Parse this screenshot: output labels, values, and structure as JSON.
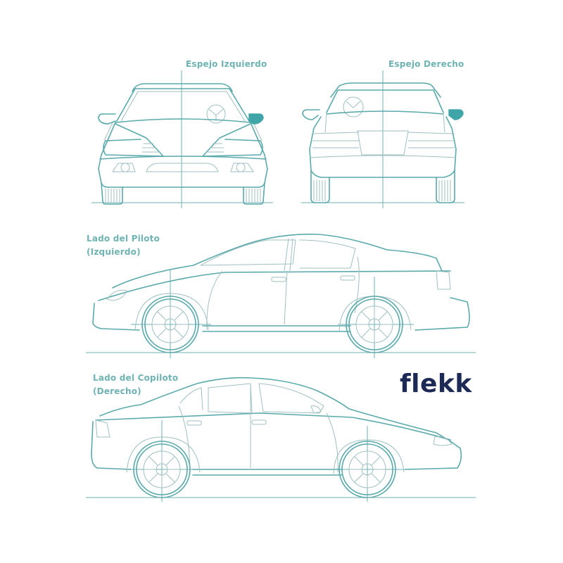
{
  "labels": {
    "mirror_left": "Espejo Izquierdo",
    "mirror_right": "Espejo Derecho",
    "pilot_side_line1": "Lado del Piloto",
    "pilot_side_line2": "(Izquierdo)",
    "copilot_side_line1": "Lado del Copiloto",
    "copilot_side_line2": "(Derecho)"
  },
  "brand": {
    "logo_text": "flekk",
    "logo_color": "#1d2a55"
  },
  "colors": {
    "line": "#5aa9ab",
    "highlight_mirror": "#3fa5a8",
    "label_text": "#6fb3b3",
    "background": "#ffffff"
  },
  "views": [
    {
      "id": "front",
      "caption_key": "mirror_left",
      "highlighted_part": "mirror"
    },
    {
      "id": "rear",
      "caption_key": "mirror_right",
      "highlighted_part": "mirror"
    },
    {
      "id": "left-side",
      "caption_key": "pilot_side"
    },
    {
      "id": "right-side",
      "caption_key": "copilot_side"
    }
  ]
}
